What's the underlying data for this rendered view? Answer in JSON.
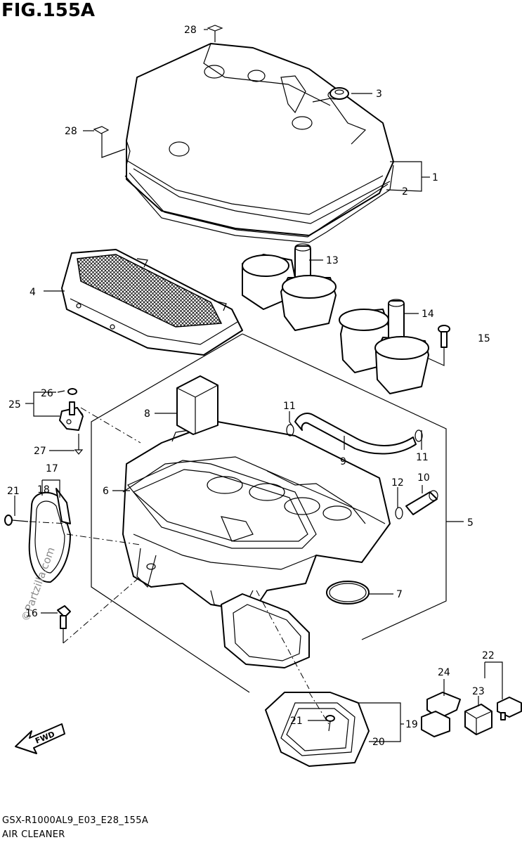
{
  "header": {
    "title": "FIG.155A"
  },
  "footer": {
    "code": "GSX-R1000AL9_E03_E28_155A",
    "caption": "AIR CLEANER"
  },
  "watermark": "©Partzilla.com",
  "direction_label": "FWD",
  "callouts": [
    "28",
    "3",
    "28",
    "1",
    "2",
    "13",
    "4",
    "14",
    "15",
    "26",
    "25",
    "8",
    "11",
    "9",
    "11",
    "27",
    "17",
    "18",
    "21",
    "6",
    "12",
    "10",
    "5",
    "7",
    "16",
    "22",
    "24",
    "23",
    "21",
    "19",
    "20"
  ]
}
